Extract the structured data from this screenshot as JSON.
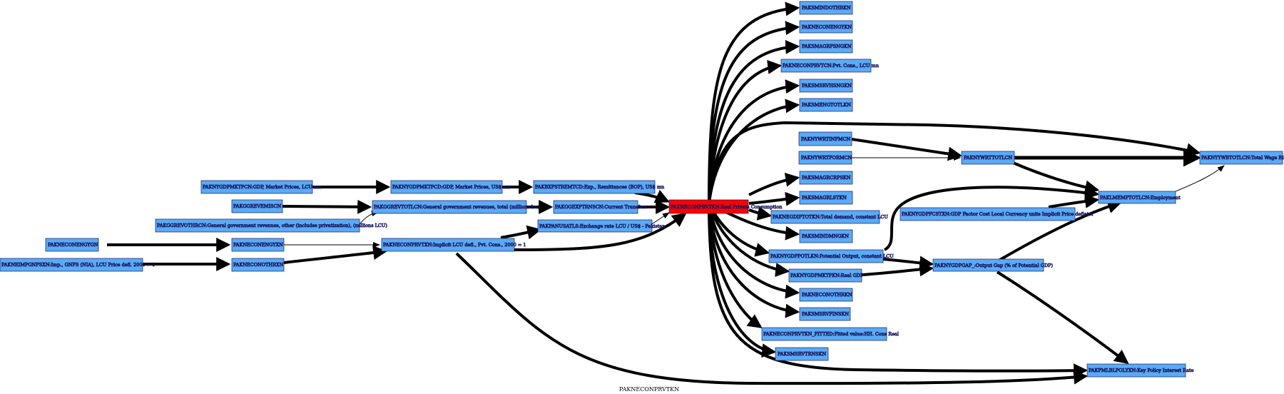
{
  "diagram": {
    "caption": "PAKNECONPRVTKN",
    "colors": {
      "node_fill": "#5aaaf5",
      "node_stroke": "#1a1a60",
      "center_fill": "#ff0000",
      "edge": "#000000",
      "text": "#1f2f6e"
    },
    "nodes": {
      "center": "PAKNECONPRVTKN:Real Private Consumption",
      "mindoth": "PAKSMINDOTHRKN",
      "necon": "PAKNECONENGYKN",
      "smagrf": "PAKSMAGRFSNGKN",
      "neconprvtcn": "PAKNECONPRVTCN:Pvt. Cons., LCU mn",
      "smsrvh": "PAKSMSRVHSNGKN",
      "smeng": "PAKSMENGTOTLKN",
      "nywrtinf": "PAKNYWRTINFMCN",
      "nywrtform": "PAKNYWRTFORMCN",
      "nywrttot": "PAKNYWRTTOTLCN",
      "wagebill": "PAKNYYWBTOTLCN:Total Wage Bill",
      "gdpmkt": "PAKNYGDPMKTPCN:GDP, Market Prices, LCU mn",
      "gdpusd": "PAKNYGDPMKTPCD:GDP, Market Prices, US$ mn",
      "remit": "PAKBXFSTREMTCD:Exp., Remittances (BOP), US$ mn",
      "smagrcrp": "PAKSMAGRCRPSKN",
      "smagrlvst": "PAKSMAGRLSTKN",
      "ggrevemis": "PAKGGREVEMISCN",
      "ggrevtot": "PAKGGREVTOTLCN:General government revenues, total (millions lcu)",
      "ggexp": "PAKGGEXPTRNSCN:Current Transfers",
      "empl": "PAKLMEMPTOTLCN:Employment",
      "nedgdf": "PAKNEGDIFTOTKN:Total demand, constant LCU",
      "gdpfcst": "PAKNYGDPFCSTXN:GDP Factor Cost Local Currency units Implicit Price deflator",
      "ggrevoth": "PAKGGREVOTHRCN:General government revenues, other (includes privatization), (millions LCU)",
      "panusatls": "PAKPANUSATLS:Exchange rate LCU / US$ - Pakistan",
      "smmindm": "PAKSMINDMNGKN",
      "neconengygn": "PAKNECONENGYGN",
      "neconengyxn": "PAKNECONENGYXN",
      "neconprvtxn": "PAKNECONPRVTXN:Implicit LCU defl., Pvt. Cons., 2000 = 1",
      "gdppot": "PAKNYGDPPOTLKN:Potential Output, constant LCU",
      "gdpreal": "PAKNYGDPMKTPKN:Real GDP",
      "outgap": "PAKNYGDPGAP_:Output Gap (% of Potential GDP)",
      "neimp": "PAKNEIMPGNFSXN:Imp., GNFS (NIA), LCU Price defl. 2000 = 1",
      "neconoth": "PAKNECONOTHRXN",
      "neconothkn": "PAKNECONOTHRKN",
      "smsrvfin": "PAKSMSRVFINSKN",
      "fitted": "PAKNECONPRVTKN_FITTED:Fitted  value:HH. Cons Real",
      "policy": "PAKFMLBLPOLYXN:Key Policy Interest Rate",
      "smsrvtrn": "PAKSMSRVTRNSKN"
    }
  }
}
